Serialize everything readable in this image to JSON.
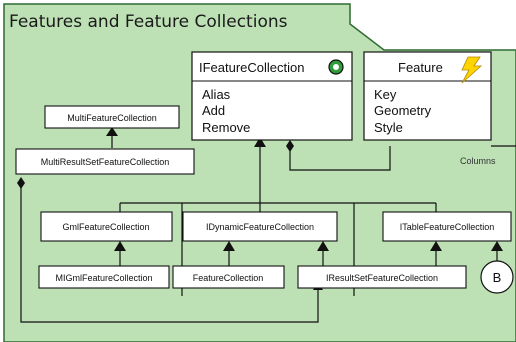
{
  "diagram": {
    "title": "Features and Feature Collections",
    "colors": {
      "background": "#bde0b4",
      "border": "#2f6b33",
      "box_fill": "#ffffff",
      "line": "#111111",
      "icon_green": "#2f9d3a",
      "icon_yellow": "#ffd400"
    },
    "ifeaturecollection": {
      "name": "IFeatureCollection",
      "members": [
        "Alias",
        "Add",
        "Remove"
      ]
    },
    "feature": {
      "name": "Feature",
      "members": [
        "Key",
        "Geometry",
        "Style"
      ]
    },
    "side_label": "Columns",
    "classes": {
      "multifeaturecollection": "MultiFeatureCollection",
      "multiresultsetfeaturecollection": "MultiResultSetFeatureCollection",
      "gmlfeaturecollection": "GmlFeatureCollection",
      "idynamicfeaturecollection": "IDynamicFeatureCollection",
      "itablefeaturecollection": "ITableFeatureCollection",
      "migmlfeaturecollection": "MIGmlFeatureCollection",
      "featurecollection": "FeatureCollection",
      "iresultsetfeaturecollection": "IResultSetFeatureCollection"
    },
    "b_circle": "B"
  }
}
